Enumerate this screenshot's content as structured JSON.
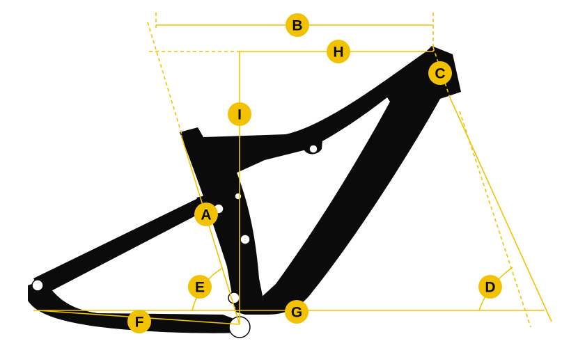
{
  "colors": {
    "dimension": "#f2c200",
    "frame": "#0b0b0b",
    "background": "#ffffff"
  },
  "labels": {
    "A": "A",
    "B": "B",
    "C": "C",
    "D": "D",
    "E": "E",
    "F": "F",
    "G": "G",
    "H": "H",
    "I": "I"
  }
}
